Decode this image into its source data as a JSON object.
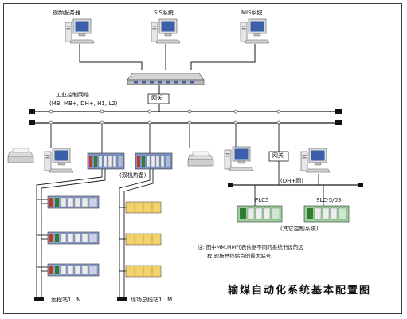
{
  "diagram": {
    "top_nodes": {
      "video_server": "视频服务器",
      "sis": "SIS系统",
      "mis": "MIS系统"
    },
    "gateway": "网关",
    "industrial_network": {
      "title": "工业控制网络",
      "protocols": "(MB, MB+, DH+, H1, L2)"
    },
    "redundancy": "(双机热备)",
    "dh_net": "(DH+网)",
    "other_systems": {
      "plc5": "PLC5",
      "slc": "SLC-5/05",
      "caption": "(其它控制系统)"
    },
    "note_line1": "注: 图中MM,MM代表依据不同的系统书设的远",
    "note_line2": "程,现场总线站点的最大站号.",
    "remote_stations": "远程站1...N",
    "fieldbus_stations": "现场总线站1...M",
    "title": "输煤自动化系统基本配置图",
    "colors": {
      "line": "#1a1a1a",
      "accent": "#3b5fa8",
      "monitor_screen": "#3b5fa8",
      "plc_blue": "#7d93c7",
      "plc_yellow": "#f2d36b",
      "plc_green": "#8cc58c"
    }
  }
}
